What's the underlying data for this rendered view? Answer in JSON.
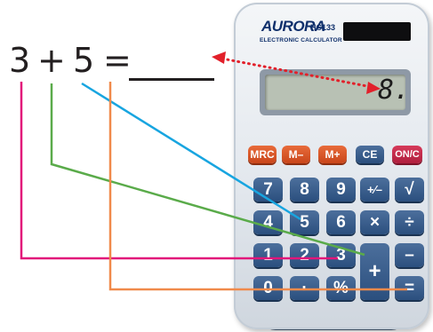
{
  "equation": {
    "a": "3",
    "op": "+",
    "b": "5",
    "eq": "="
  },
  "calculator": {
    "brand": "AURORA",
    "model": "HC133",
    "subtitle": "ELECTRONIC CALCULATOR",
    "display": "8.",
    "keys": {
      "mrc": "MRC",
      "mminus": "M–",
      "mplus": "M+",
      "ce": "CE",
      "onc": "ON/C",
      "k7": "7",
      "k8": "8",
      "k9": "9",
      "pm": "+⁄–",
      "sqrt": "√",
      "k4": "4",
      "k5": "5",
      "k6": "6",
      "mul": "×",
      "div": "÷",
      "k1": "1",
      "k2": "2",
      "k3": "3",
      "plus": "+",
      "minus": "–",
      "k0": "0",
      "dot": "·",
      "pct": "%",
      "equals": "="
    }
  },
  "colors": {
    "line_3": "#e2157a",
    "line_plus": "#5aab4a",
    "line_5": "#18a5e0",
    "line_eq": "#f08a4b",
    "arrow": "#e2202a"
  }
}
